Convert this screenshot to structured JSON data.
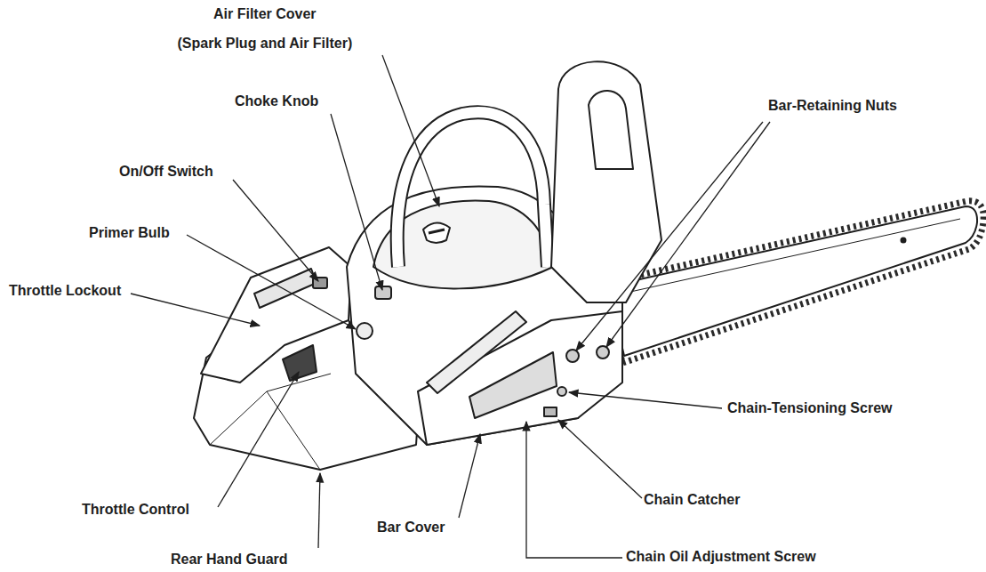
{
  "diagram": {
    "labels": [
      "Air Filter Cover",
      "(Spark Plug and Air Filter)",
      "Choke Knob",
      "Bar-Retaining Nuts",
      "On/Off Switch",
      "Primer Bulb",
      "Throttle Lockout",
      "Chain-Tensioning Screw",
      "Chain Catcher",
      "Throttle Control",
      "Bar Cover",
      "Rear Hand Guard",
      "Chain Oil Adjustment Screw"
    ]
  }
}
